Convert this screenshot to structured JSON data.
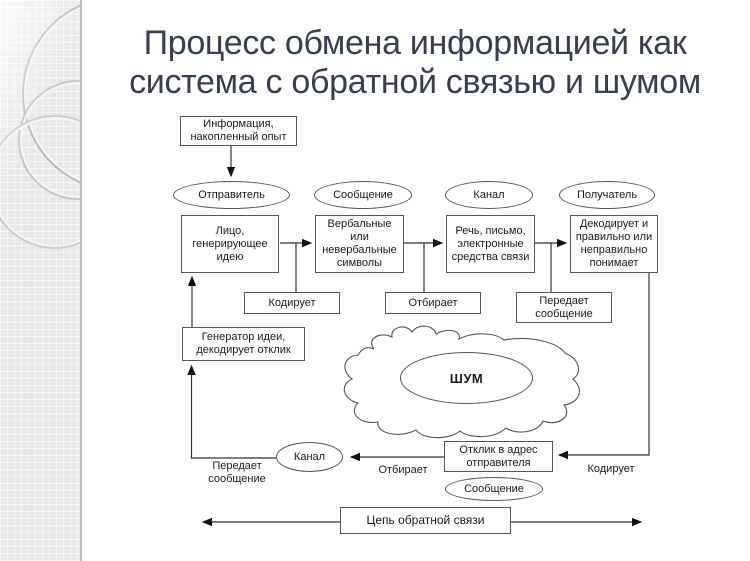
{
  "slide": {
    "title": {
      "line1": "Процесс обмена информацией как",
      "line2": "система с обратной связью и шумом"
    }
  },
  "colors": {
    "title_text": "#363E57",
    "diagram_lines": "#333333",
    "box_border": "#555555",
    "strip_background": "#E8E8E8"
  },
  "diagram": {
    "info_source": "Информация,\nнакопленный опыт",
    "stages": [
      {
        "label": "Отправитель",
        "box": "Лицо,\nгенерирующее\nидею"
      },
      {
        "label": "Сообщение",
        "box": "Вербальные\nили\nневербальные\nсимволы"
      },
      {
        "label": "Канал",
        "box": "Речь, письмо,\nэлектронные\nсредства связи"
      },
      {
        "label": "Получатель",
        "box": "Декодирует и\nправильно или\nнеправильно\nпонимает"
      }
    ],
    "actions": {
      "encode": "Кодирует",
      "select": "Отбирает",
      "transmit": "Передает\nсообщение"
    },
    "noise": "ШУМ",
    "feedback": {
      "generator": "Генератор идеи,\nдекодирует отклик",
      "response": "Отклик в адрес\nотправителя",
      "transmit": "Передает\nсообщение",
      "channel": "Канал",
      "select": "Отбирает",
      "message": "Сообщение",
      "encode": "Кодирует",
      "chain": "Цепь обратной связи"
    }
  }
}
